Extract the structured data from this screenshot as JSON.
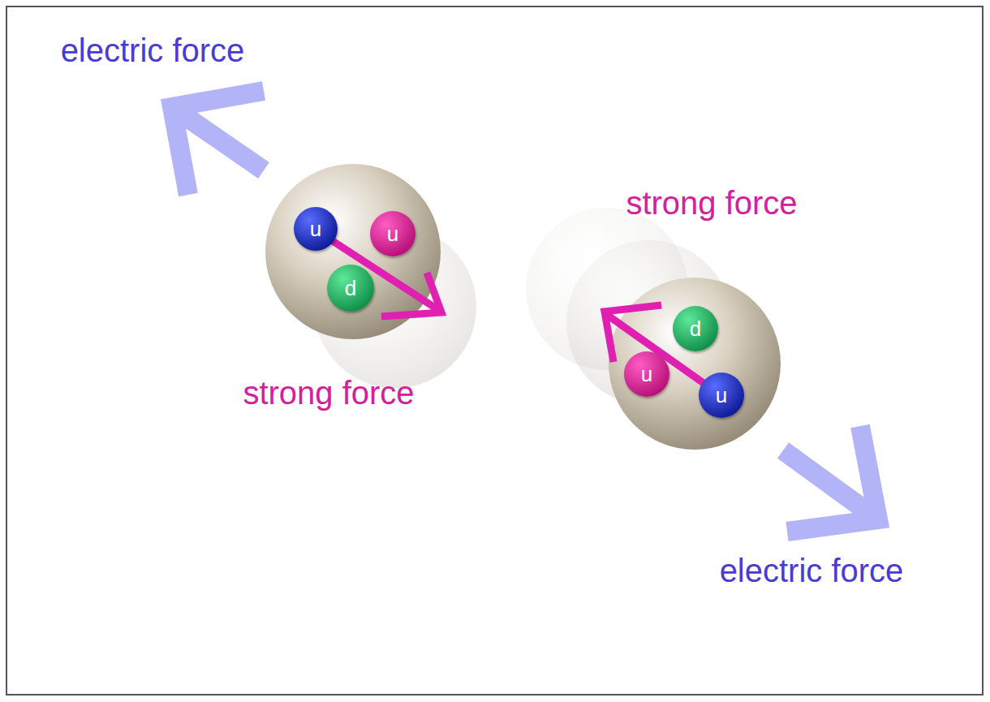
{
  "diagram": {
    "nodes": [
      {
        "text": [
          "u"
        ]
      },
      {
        "text": [
          "u"
        ]
      },
      {
        "text": [
          "d"
        ]
      },
      {
        "text": [
          "d"
        ]
      },
      {
        "text": [
          "u"
        ]
      },
      {
        "text": [
          "u"
        ]
      }
    ],
    "labels": [
      "electric force",
      "strong force",
      "strong force",
      "electric force"
    ]
  }
}
